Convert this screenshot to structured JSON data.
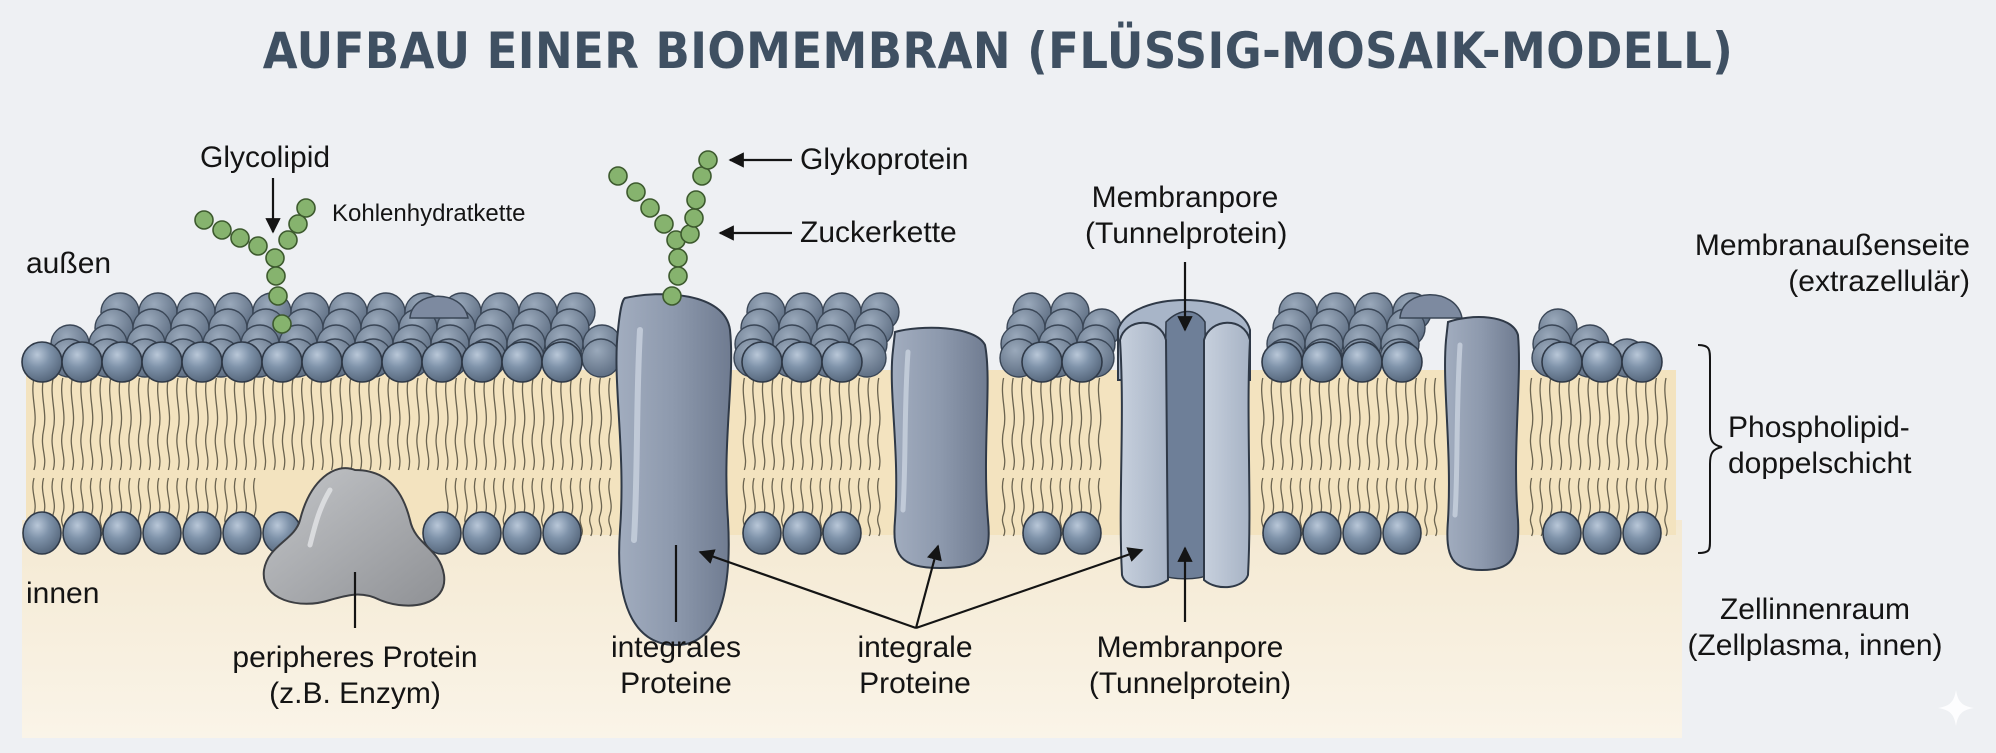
{
  "title": "AUFBAU EINER BIOMEMBRAN (FLÜSSIG-MOSAIK-MODELL)",
  "side_labels": {
    "outside": "außen",
    "inside": "innen"
  },
  "labels": {
    "glycolipid": "Glycolipid",
    "carbohydrate_chain": "Kohlenhydratkette",
    "glycoprotein": "Glykoprotein",
    "sugar_chain": "Zuckerkette",
    "pore_top": {
      "line1": "Membranpore",
      "line2": "(Tunnelprotein)"
    },
    "membrane_outer": {
      "line1": "Membranaußenseite",
      "line2": "(extrazellulär)"
    },
    "bilayer": {
      "line1": "Phospholipid-",
      "line2": "doppelschicht"
    },
    "cell_interior": {
      "line1": "Zellinnenraum",
      "line2": "(Zellplasma, innen)"
    },
    "peripheral_protein": {
      "line1": "peripheres Protein",
      "line2": "(z.B. Enzym)"
    },
    "integral_protein_1": {
      "line1": "integrales",
      "line2": "Proteine"
    },
    "integral_protein_2": {
      "line1": "integrale",
      "line2": "Proteine"
    },
    "pore_bottom": {
      "line1": "Membranpore",
      "line2": "(Tunnelprotein)"
    }
  },
  "colors": {
    "title": "#3f5062",
    "background": "#eef0f3",
    "cytoplasm": "#f7efdd",
    "lipid_head": "#7a8ea6",
    "lipid_tail_fill": "#f3e3bf",
    "protein": "#8f9bb0",
    "pore_protein": "#b8c3d4",
    "peripheral_protein": "#a5a7ab",
    "sugar": "#86b36e"
  }
}
